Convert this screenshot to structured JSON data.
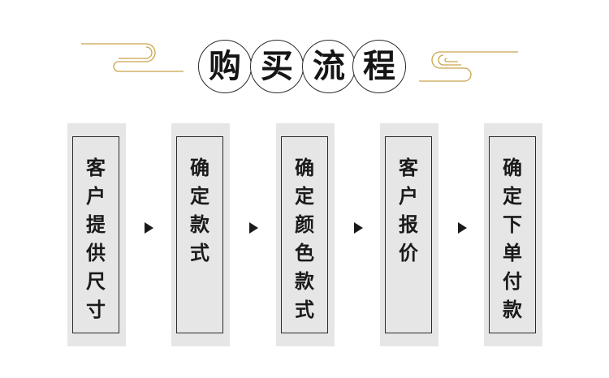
{
  "title": {
    "chars": [
      "购",
      "买",
      "流",
      "程"
    ]
  },
  "steps": [
    {
      "label": "客户提供尺寸"
    },
    {
      "label": "确定款式"
    },
    {
      "label": "确定颜色款式"
    },
    {
      "label": "客户报价"
    },
    {
      "label": "确定下单付款"
    }
  ],
  "colors": {
    "gold": "#c9a54a",
    "card_bg": "#e6e6e6",
    "ink": "#1a1a1a"
  }
}
